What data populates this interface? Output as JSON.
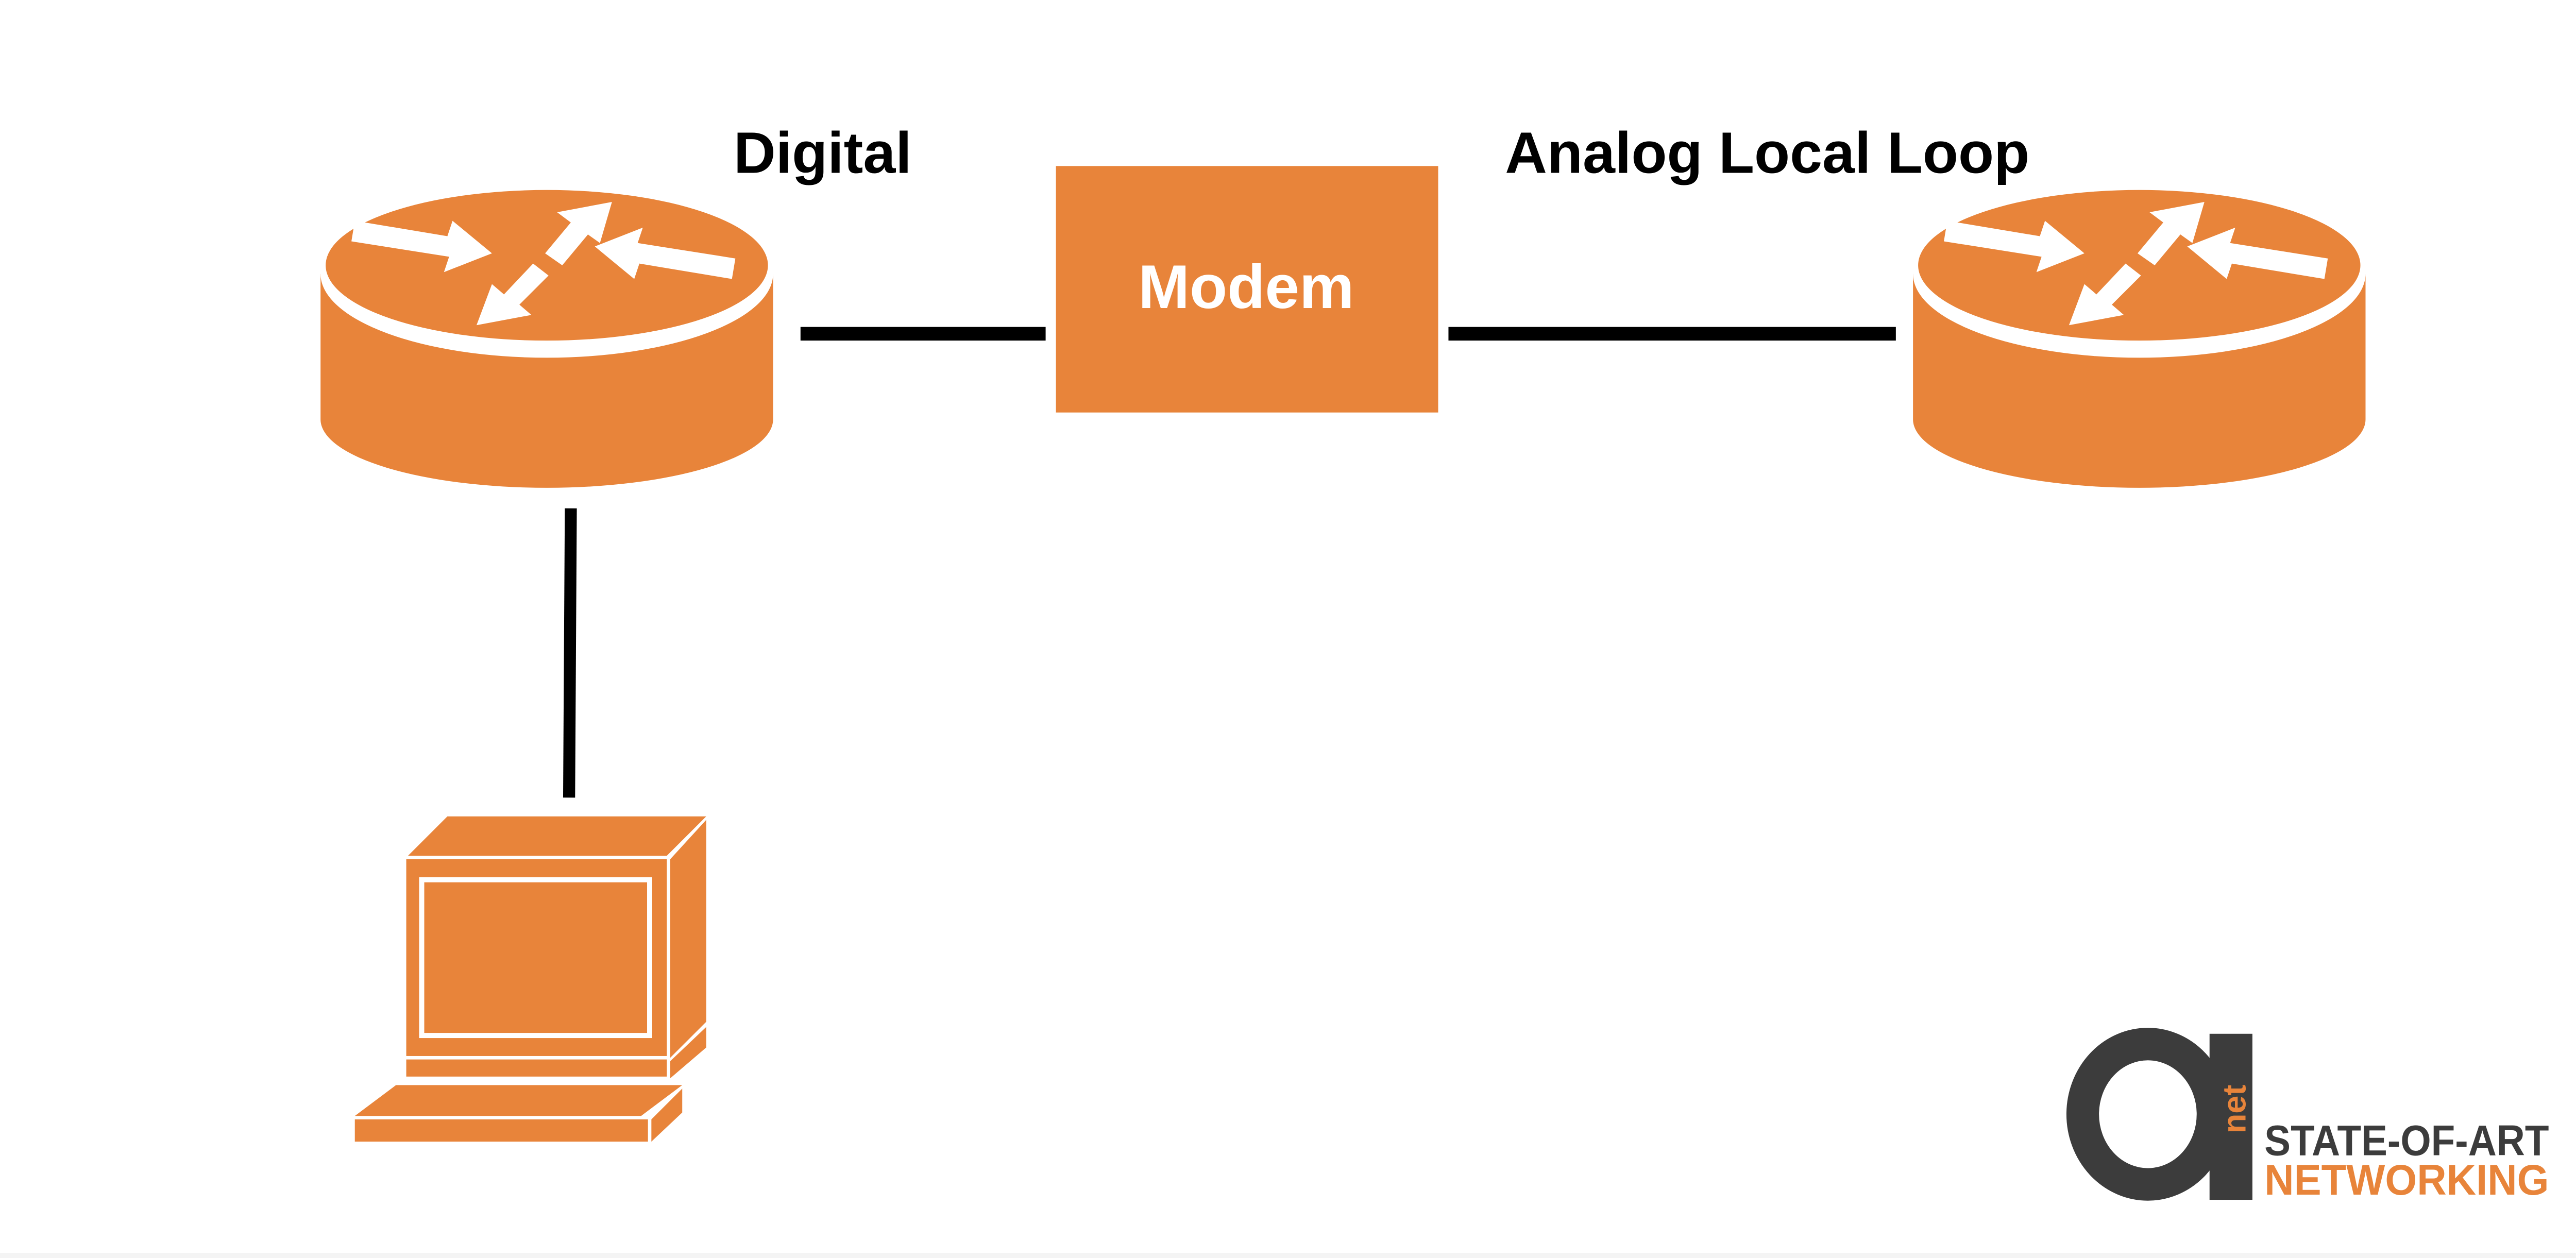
{
  "diagram": {
    "labels": {
      "digital": "Digital",
      "analog": "Analog Local Loop",
      "modem": "Modem"
    },
    "nodes": {
      "router_left": "router-icon",
      "router_right": "router-icon",
      "computer": "computer-icon",
      "modem": "modem-box"
    },
    "colors": {
      "accent": "#E8843A",
      "line": "#000000",
      "text": "#000000",
      "logo_dark": "#3C3C3C",
      "logo_accent": "#E8843A",
      "background": "#FFFFFF"
    }
  },
  "logo": {
    "mark": "a",
    "mark_sub": "net",
    "line1": "STATE-OF-ART",
    "line2": "NETWORKING"
  }
}
